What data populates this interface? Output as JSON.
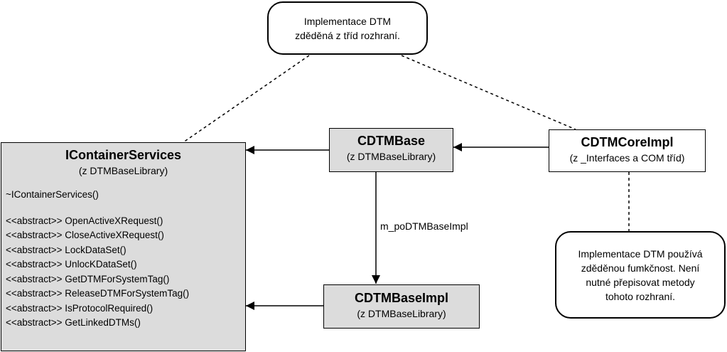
{
  "notes": {
    "top": [
      "Implementace DTM",
      "zděděná z tříd rozhraní."
    ],
    "right": [
      "Implementace DTM používá",
      "zděděnou fumkčnost. Není",
      "nutné přepisovat metody",
      "tohoto rozhraní."
    ]
  },
  "icontainer": {
    "title": "IContainerServices",
    "subtitle": "(z DTMBaseLibrary)",
    "destructor": "~IContainerServices()",
    "methods": [
      "<<abstract>> OpenActiveXRequest()",
      "<<abstract>> CloseActiveXRequest()",
      "<<abstract>> LockDataSet()",
      "<<abstract>> UnlocKDataSet()",
      "<<abstract>> GetDTMForSystemTag()",
      "<<abstract>> ReleaseDTMForSystemTag()",
      "<<abstract>> IsProtocolRequired()",
      "<<abstract>> GetLinkedDTMs()"
    ]
  },
  "cdtmbase": {
    "title": "CDTMBase",
    "subtitle": "(z DTMBaseLibrary)"
  },
  "cdtmcoreimpl": {
    "title": "CDTMCoreImpl",
    "subtitle": "(z _Interfaces a COM tříd)"
  },
  "cdtmbaseimpl": {
    "title": "CDTMBaseImpl",
    "subtitle": "(z DTMBaseLibrary)"
  },
  "association_label": "m_poDTMBaseImpl"
}
